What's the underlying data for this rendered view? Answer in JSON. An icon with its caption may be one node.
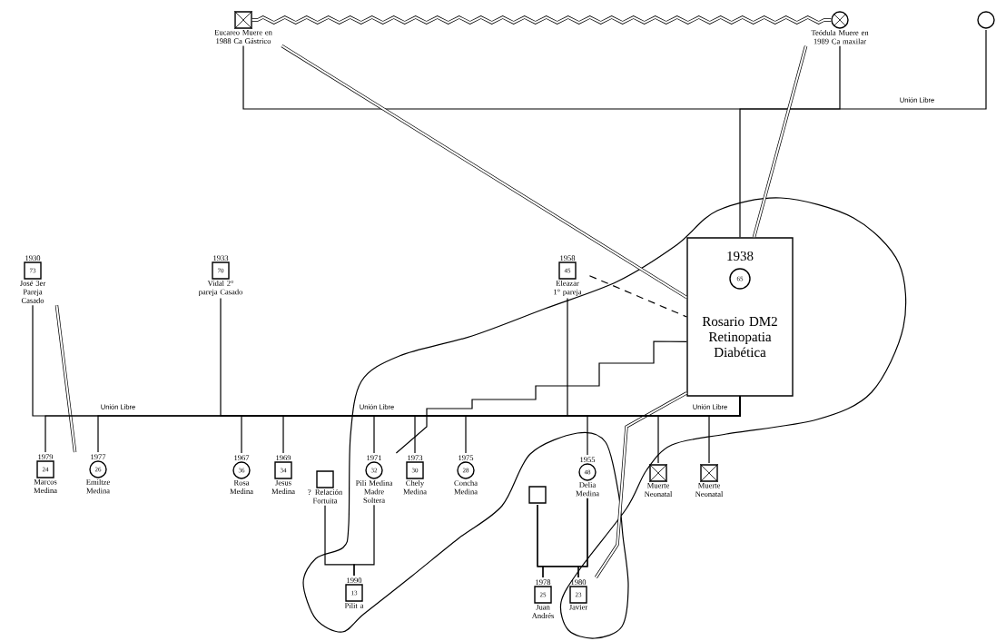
{
  "diagram": {
    "nodes": [
      {
        "text": [
          "Eucareo Muere en 1988 Ca Gástrico"
        ]
      },
      {
        "text": [
          "Teódula Muere en 1989 Ca maxilar"
        ]
      },
      {
        "text": [],
        "shape": "circle"
      },
      {
        "text": [
          "1938",
          "65",
          "Rosario DM2 Retinopatia Diabética"
        ]
      },
      {
        "text": [
          "1930",
          "73",
          "José 3er Pareja Casado"
        ]
      },
      {
        "text": [
          "1933",
          "70",
          "Vidal 2° pareja Casado"
        ]
      },
      {
        "text": [
          "1958",
          "45",
          "Eleazar 1° pareja"
        ]
      },
      {
        "text": [
          "1979",
          "24",
          "Marcos Medina"
        ]
      },
      {
        "text": [
          "1977",
          "26",
          "Emiltze Medina"
        ]
      },
      {
        "text": [
          "1967",
          "36",
          "Rosa Medina"
        ]
      },
      {
        "text": [
          "1969",
          "34",
          "Jesus Medina"
        ]
      },
      {
        "text": [
          "1971",
          "32",
          "Pili Medina Madre Soltera"
        ]
      },
      {
        "text": [
          "1973",
          "30",
          "Chely Medina"
        ]
      },
      {
        "text": [
          "1975",
          "28",
          "Concha Medina"
        ]
      },
      {
        "text": [
          "1955",
          "48",
          "Delia Medina"
        ]
      },
      {
        "text": [
          "Muerte Neonatal"
        ]
      },
      {
        "text": [
          "Muerte Neonatal"
        ]
      },
      {
        "text": [
          "? Relación Fortuita"
        ]
      },
      {
        "text": [
          "1990",
          "13",
          "Pilit a"
        ]
      },
      {
        "text": [],
        "shape": "box"
      },
      {
        "text": [
          "1978",
          "25",
          "Juan Andrés"
        ]
      },
      {
        "text": [
          "1980",
          "23",
          "Javier"
        ]
      }
    ],
    "edges": [
      {
        "from": 0,
        "to": 1,
        "arrow": "none",
        "style": "thick"
      },
      {
        "from": 0,
        "to": 2,
        "arrow": "none",
        "label": "Unión Libre"
      },
      {
        "from": 1,
        "to": 3,
        "arrow": "none"
      },
      {
        "from": 0,
        "to": 3,
        "arrow": "none",
        "style": "thick"
      },
      {
        "from": 1,
        "to": 3,
        "arrow": "none",
        "style": "thick"
      },
      {
        "from": 6,
        "to": 3,
        "arrow": "none",
        "style": "dashed"
      },
      {
        "from": 3,
        "to": 11,
        "arrow": "none"
      },
      {
        "from": 3,
        "to": 21,
        "arrow": "none",
        "style": "thick"
      },
      {
        "from": 4,
        "to": 8,
        "arrow": "none",
        "style": "thick"
      },
      {
        "from": 4,
        "to": 3,
        "arrow": "none",
        "label": "Unión Libre"
      },
      {
        "from": 5,
        "to": 3,
        "arrow": "none",
        "label": "Unión Libre"
      },
      {
        "from": 6,
        "to": 3,
        "arrow": "none",
        "label": "Unión Libre"
      },
      {
        "from": 3,
        "to": 7,
        "arrow": "none"
      },
      {
        "from": 3,
        "to": 8,
        "arrow": "none"
      },
      {
        "from": 3,
        "to": 9,
        "arrow": "none"
      },
      {
        "from": 3,
        "to": 10,
        "arrow": "none"
      },
      {
        "from": 3,
        "to": 11,
        "arrow": "none"
      },
      {
        "from": 3,
        "to": 12,
        "arrow": "none"
      },
      {
        "from": 3,
        "to": 13,
        "arrow": "none"
      },
      {
        "from": 3,
        "to": 14,
        "arrow": "none"
      },
      {
        "from": 3,
        "to": 15,
        "arrow": "none"
      },
      {
        "from": 3,
        "to": 16,
        "arrow": "none"
      },
      {
        "from": 11,
        "to": 18,
        "arrow": "none"
      },
      {
        "from": 17,
        "to": 18,
        "arrow": "none"
      },
      {
        "from": 19,
        "to": 20,
        "arrow": "none"
      },
      {
        "from": 19,
        "to": 21,
        "arrow": "none"
      },
      {
        "from": 14,
        "to": 20,
        "arrow": "none"
      },
      {
        "from": 14,
        "to": 21,
        "arrow": "none"
      }
    ]
  }
}
